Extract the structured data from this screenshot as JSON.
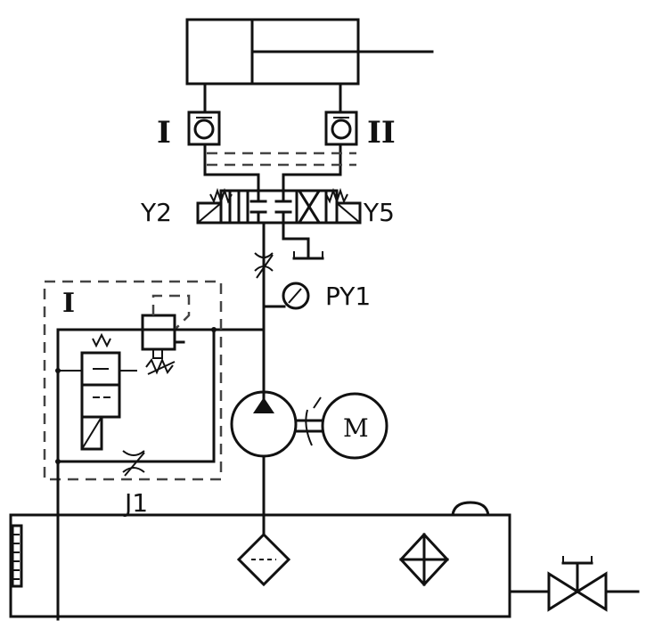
{
  "labels": {
    "check_valve_left": "I",
    "check_valve_right": "II",
    "solenoid_left": "Y2",
    "solenoid_right": "Y5",
    "gauge": "PY1",
    "relief_module": "I",
    "motor": "M",
    "throttle": "J1"
  }
}
